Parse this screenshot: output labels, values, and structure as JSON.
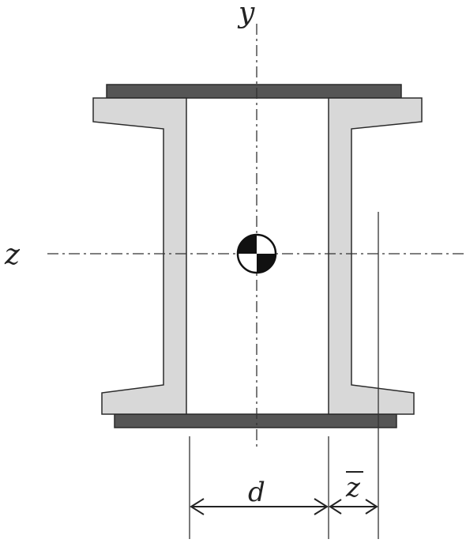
{
  "labels": {
    "y_axis": "y",
    "z_axis": "z",
    "dim_d": "d",
    "dim_zbar": "z"
  },
  "colors": {
    "channel_fill": "#d8d8d8",
    "outline": "#2a2a2a",
    "plate_fill": "#555555",
    "centroid_dark": "#111111",
    "background": "#ffffff"
  },
  "icons": {
    "centroid": "centroid-symbol"
  }
}
